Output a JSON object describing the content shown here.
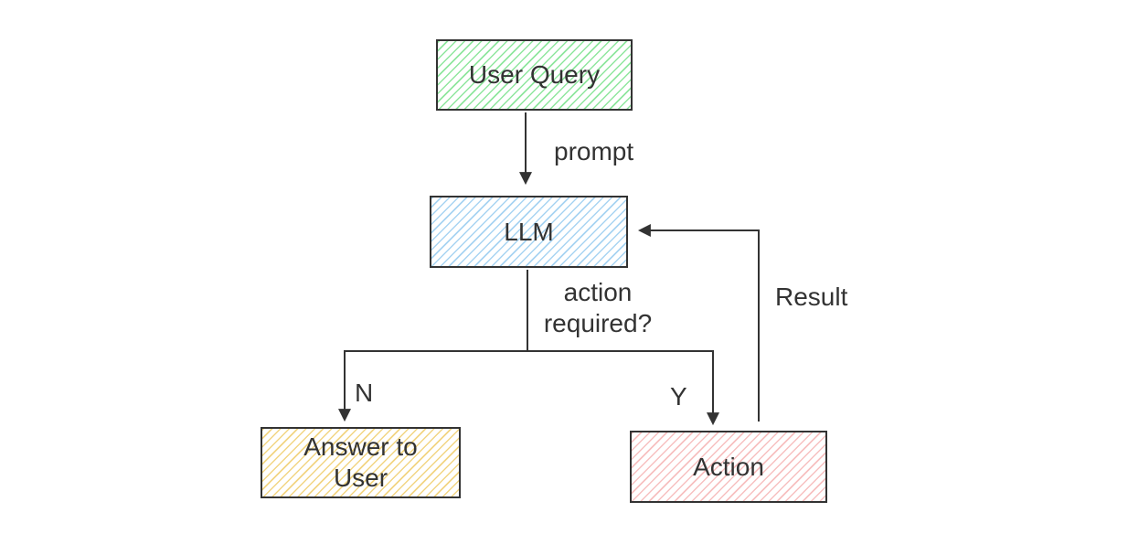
{
  "diagram": {
    "type": "flowchart",
    "background_color": "#ffffff",
    "stroke_color": "#333333",
    "text_color": "#333333",
    "nodes": {
      "user_query": {
        "label": "User Query",
        "hatch_color": "#8fe69e"
      },
      "llm": {
        "label": "LLM",
        "hatch_color": "#a8d4f2"
      },
      "answer_to_user": {
        "label": "Answer to User",
        "hatch_color": "#f2d583"
      },
      "action": {
        "label": "Action",
        "hatch_color": "#f7c0c0"
      }
    },
    "edge_labels": {
      "prompt": "prompt",
      "decision": "action required?",
      "no_branch": "N",
      "yes_branch": "Y",
      "result": "Result"
    },
    "edges_summary": [
      "User Query -> LLM (prompt)",
      "LLM -> decision (action required?)",
      "decision -N-> Answer to User",
      "decision -Y-> Action",
      "Action -> LLM (Result)"
    ]
  }
}
